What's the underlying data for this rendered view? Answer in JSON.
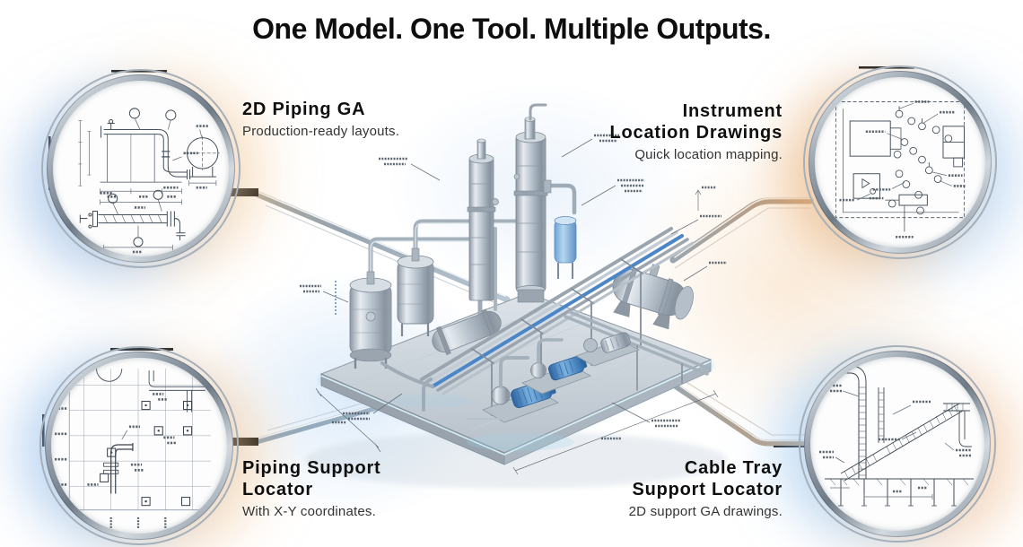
{
  "title": "One Model. One Tool. Multiple Outputs.",
  "callouts": {
    "top_left": {
      "heading_lines": [
        "2D Piping GA"
      ],
      "subtitle": "Production-ready layouts."
    },
    "top_right": {
      "heading_lines": [
        "Instrument",
        "Location Drawings"
      ],
      "subtitle": "Quick location mapping."
    },
    "bottom_left": {
      "heading_lines": [
        "Piping Support",
        "Locator"
      ],
      "subtitle": "With X-Y coordinates."
    },
    "bottom_right": {
      "heading_lines": [
        "Cable Tray",
        "Support Locator"
      ],
      "subtitle": "2D support GA drawings."
    }
  },
  "lenses": {
    "top_left_drawing": "2D piping general-arrangement drawing",
    "top_right_drawing": "instrument location plan drawing",
    "bottom_left_drawing": "piping support locator plan drawing",
    "bottom_right_drawing": "cable tray support elevation drawing"
  },
  "center_model": "isometric 3D plant model",
  "colors": {
    "title_ink": "#0e0e0e",
    "subtitle_ink": "#333333",
    "glow_blue": "#96c3f0",
    "glow_orange": "#f4cda0",
    "steel": "#aab6c0",
    "pipe_blue": "#4a86c8",
    "motor_blue": "#2e6cab",
    "platform_glow": "#7fd2f2"
  }
}
